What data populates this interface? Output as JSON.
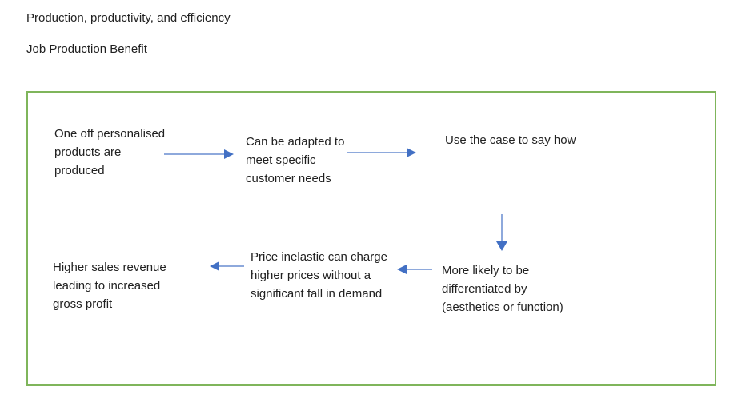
{
  "page": {
    "title": "Production, productivity, and efficiency",
    "subtitle": "Job Production Benefit"
  },
  "colors": {
    "box_border": "#7fb55b",
    "arrow_line": "#8ea9dc",
    "arrow_head": "#4270c4",
    "text": "#212121"
  },
  "flowchart": {
    "nodes": [
      {
        "id": "one-off-products",
        "lines": [
          "One off personalised",
          "products are",
          "produced"
        ]
      },
      {
        "id": "adapted-to-needs",
        "lines": [
          "Can be adapted to",
          "meet specific",
          "customer needs"
        ]
      },
      {
        "id": "use-the-case",
        "lines": [
          "Use the case to say how"
        ]
      },
      {
        "id": "differentiated",
        "lines": [
          "More likely to be",
          "differentiated by",
          "(aesthetics or function)"
        ]
      },
      {
        "id": "price-inelastic",
        "lines": [
          "Price inelastic can charge",
          "higher prices without a",
          "significant fall in demand"
        ]
      },
      {
        "id": "higher-sales",
        "lines": [
          "Higher sales revenue",
          "leading to increased",
          "gross profit"
        ]
      }
    ],
    "arrows": [
      {
        "from": "one-off-products",
        "to": "adapted-to-needs",
        "direction": "right"
      },
      {
        "from": "adapted-to-needs",
        "to": "use-the-case",
        "direction": "right"
      },
      {
        "from": "use-the-case",
        "to": "differentiated",
        "direction": "down"
      },
      {
        "from": "differentiated",
        "to": "price-inelastic",
        "direction": "left"
      },
      {
        "from": "price-inelastic",
        "to": "higher-sales",
        "direction": "left"
      }
    ]
  }
}
